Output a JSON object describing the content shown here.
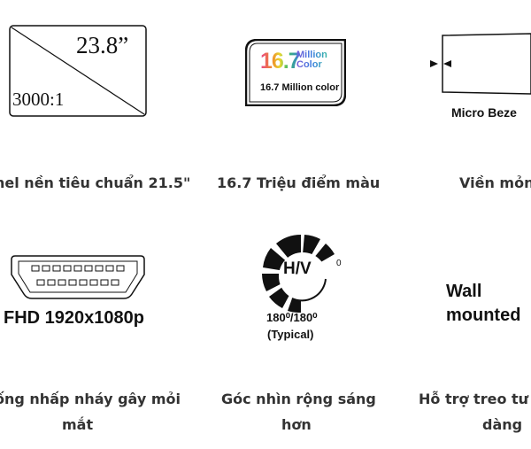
{
  "features": {
    "panel": {
      "size_text": "23.8”",
      "contrast_text": "3000:1",
      "caption": "nel nền tiêu chuẩn 21.5\"",
      "icon": "diagonal-panel-icon"
    },
    "color": {
      "big_text": "16.7",
      "million_text": "Million",
      "color_text": "Color",
      "small_text": "16.7 Million color",
      "caption": "16.7 Triệu điểm màu",
      "icon": "color-badge-icon"
    },
    "bezel": {
      "label": "Micro Beze",
      "caption": "Viền mỏn",
      "icon": "micro-bezel-icon"
    },
    "hdmi": {
      "label": "FHD 1920x1080p",
      "caption_line1": "ống nhấp nháy gây mỏi",
      "caption_line2": "mắt",
      "icon": "hdmi-port-icon"
    },
    "viewing": {
      "hv_text": "H/V",
      "hv_sup": "0",
      "angle_text": "180⁰/180⁰",
      "typical_text": "(Typical)",
      "caption_line1": "Góc nhìn rộng sáng",
      "caption_line2": "hơn",
      "icon": "viewing-angle-icon"
    },
    "wall": {
      "label_line1": "Wall",
      "label_line2": "mounted",
      "caption_line1": "Hỗ trợ treo tư",
      "caption_line2": "dàng"
    }
  },
  "colors": {
    "text": "#222222",
    "caption": "#333333",
    "icon_stroke": "#111111",
    "background": "#ffffff"
  }
}
